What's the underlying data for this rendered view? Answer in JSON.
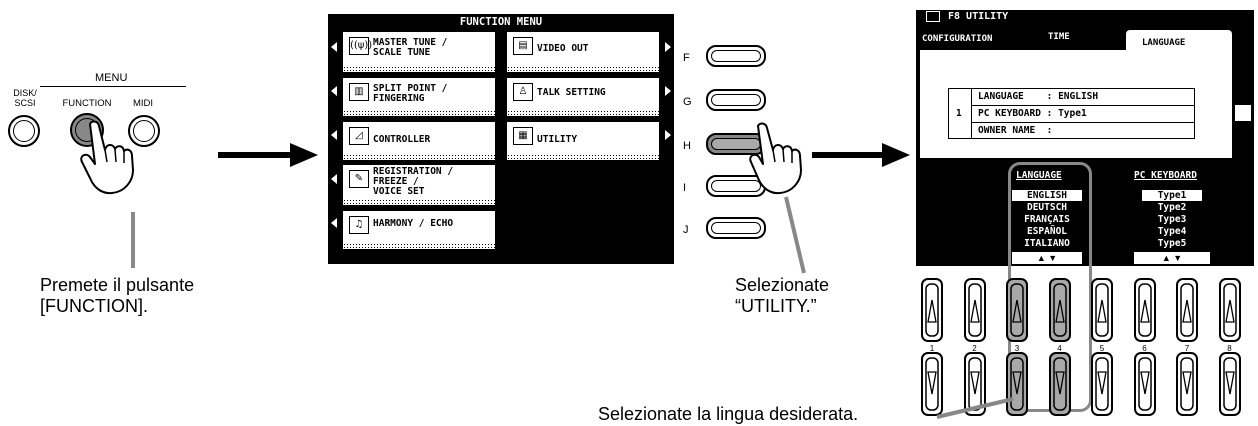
{
  "left_panel": {
    "menu_label": "MENU",
    "buttons": [
      {
        "label": "DISK/\nSCSI"
      },
      {
        "label": "FUNCTION"
      },
      {
        "label": "MIDI"
      }
    ],
    "caption": "Premete il pulsante\n[FUNCTION]."
  },
  "function_menu": {
    "title": "FUNCTION MENU",
    "left_items": [
      {
        "label": "MASTER TUNE /\nSCALE TUNE",
        "icon": "tuning-icon"
      },
      {
        "label": "SPLIT POINT /\nFINGERING",
        "icon": "keyboard-icon"
      },
      {
        "label": "CONTROLLER",
        "icon": "pedal-icon"
      },
      {
        "label": "REGISTRATION /\nFREEZE /\nVOICE SET",
        "icon": "registration-icon"
      },
      {
        "label": "HARMONY / ECHO",
        "icon": "notes-icon"
      }
    ],
    "right_items": [
      {
        "label": "VIDEO OUT",
        "icon": "video-icon"
      },
      {
        "label": "TALK SETTING",
        "icon": "microphone-icon"
      },
      {
        "label": "UTILITY",
        "icon": "utility-icon"
      }
    ],
    "side_buttons": [
      {
        "label": "F"
      },
      {
        "label": "G"
      },
      {
        "label": "H",
        "selected": true
      },
      {
        "label": "I"
      },
      {
        "label": "J"
      }
    ],
    "caption": "Selezionate\n“UTILITY.”"
  },
  "utility_screen": {
    "title": "F8 UTILITY",
    "tabs": [
      "CONFIGURATION",
      "TIME",
      "LANGUAGE"
    ],
    "active_tab": "LANGUAGE",
    "table": {
      "index": "1",
      "rows": [
        "LANGUAGE    : ENGLISH",
        "PC KEYBOARD : Type1",
        "OWNER NAME  :"
      ]
    },
    "language_header": "LANGUAGE",
    "languages": [
      "ENGLISH",
      "DEUTSCH",
      "FRANÇAIS",
      "ESPAÑOL",
      "ITALIANO"
    ],
    "selected_language": "ENGLISH",
    "pc_keyboard_header": "PC KEYBOARD",
    "pc_keyboards": [
      "Type1",
      "Type2",
      "Type3",
      "Type4",
      "Type5"
    ],
    "selected_pc_keyboard": "Type1",
    "scroll_arrows": "▲ ▼",
    "buttons": [
      "1",
      "2",
      "3",
      "4",
      "5",
      "6",
      "7",
      "8"
    ],
    "highlighted_buttons": [
      "3",
      "4"
    ],
    "caption": "Selezionate la lingua desiderata."
  }
}
